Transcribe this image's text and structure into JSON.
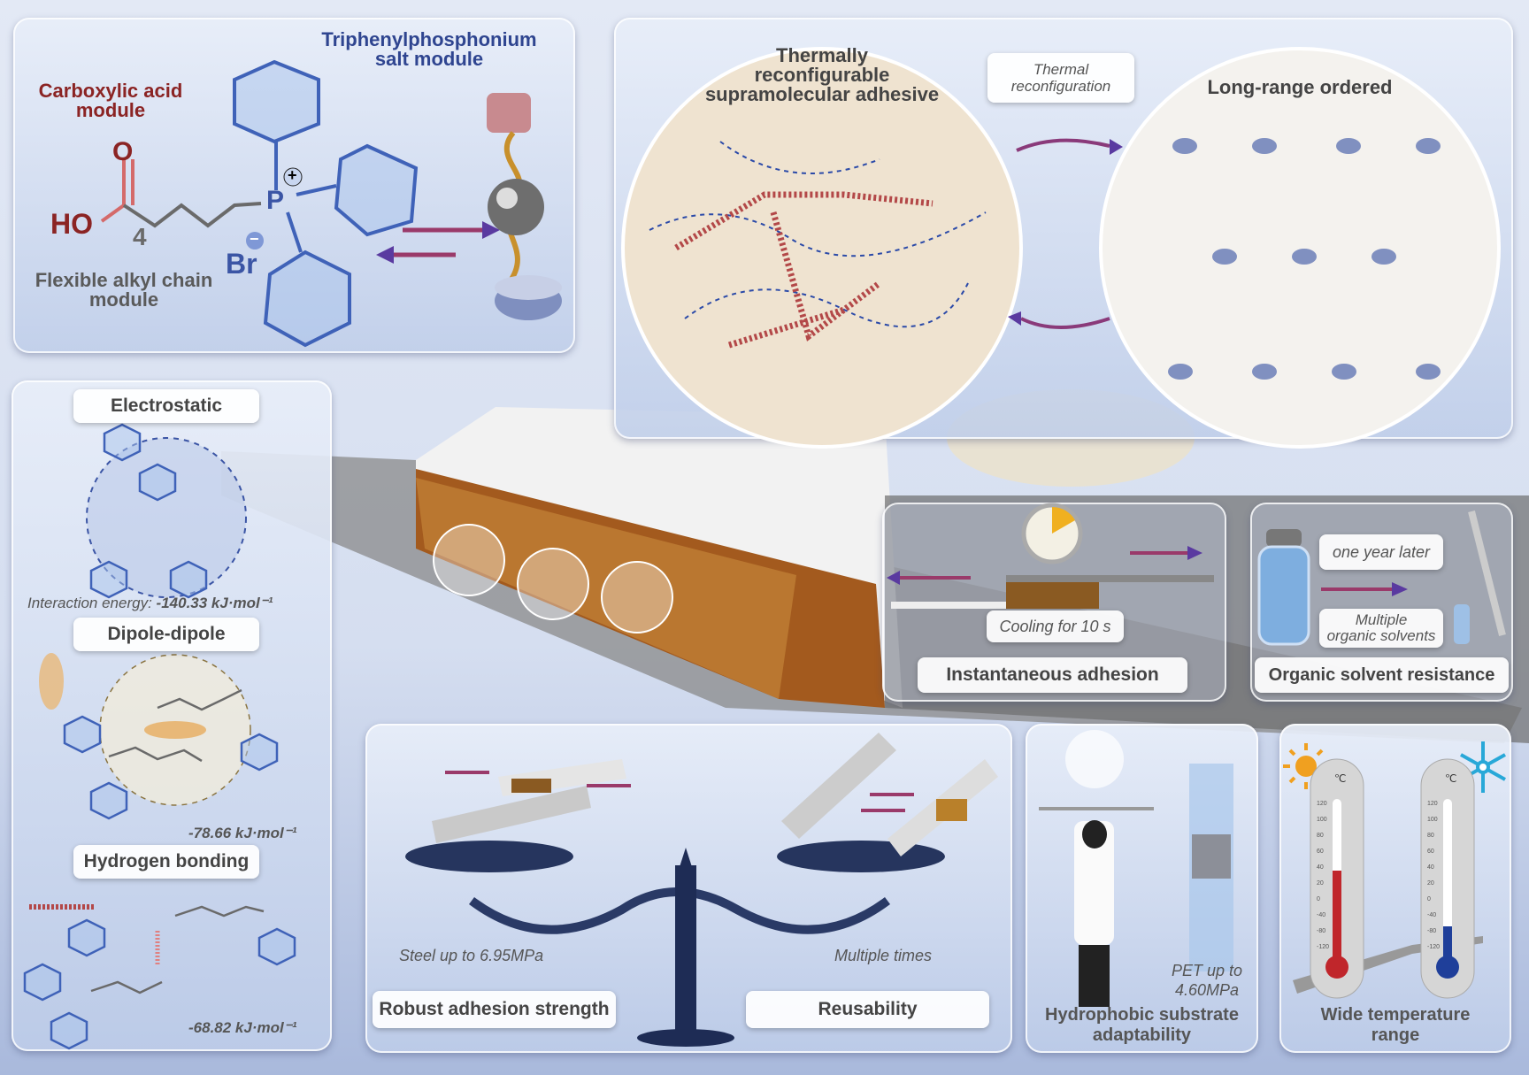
{
  "molecule_panel": {
    "tpp_label_1": "Triphenylphosphonium",
    "tpp_label_2": "salt module",
    "acid_label_1": "Carboxylic acid",
    "acid_label_2": "module",
    "chain_label_1": "Flexible alkyl chain",
    "chain_label_2": "module",
    "atom_O": "O",
    "atom_HO": "HO",
    "atom_P": "P",
    "atom_Br": "Br",
    "repeat": "4",
    "plus": "+",
    "minus": "−"
  },
  "network_panel": {
    "title_1": "Thermally",
    "title_2": "reconfigurable",
    "title_3": "supramolecular adhesive",
    "arrow_label_1": "Thermal",
    "arrow_label_2": "reconfiguration",
    "ordered_title": "Long-range ordered"
  },
  "interactions": {
    "electrostatic": {
      "label": "Electrostatic",
      "energy_prefix": "Interaction energy:",
      "energy": "-140.33 kJ·mol⁻¹"
    },
    "dipole": {
      "label": "Dipole-dipole",
      "energy": "-78.66 kJ·mol⁻¹"
    },
    "hbond": {
      "label": "Hydrogen bonding",
      "energy": "-68.82 kJ·mol⁻¹"
    }
  },
  "instant": {
    "note": "Cooling for 10 s",
    "title": "Instantaneous adhesion"
  },
  "solvent": {
    "note_1": "one year later",
    "note_2a": "Multiple",
    "note_2b": "organic solvents",
    "title": "Organic solvent resistance"
  },
  "strength": {
    "note": "Steel up to 6.95MPa",
    "title": "Robust adhesion strength"
  },
  "reuse": {
    "note": "Multiple times",
    "title": "Reusability"
  },
  "hydrophobic": {
    "note_1": "PET up to",
    "note_2": "4.60MPa",
    "title_1": "Hydrophobic substrate",
    "title_2": "adaptability"
  },
  "temperature": {
    "unit": "℃",
    "ticks": [
      "120",
      "100",
      "80",
      "60",
      "40",
      "20",
      "0",
      "-40",
      "-80",
      "-120"
    ],
    "hot_level": 0.55,
    "cold_level": 0.2,
    "title_1": "Wide temperature",
    "title_2": "range"
  },
  "colors": {
    "acid": "#8b2424",
    "tpp": "#3b55a5",
    "chain": "#5a5a5a",
    "hot": "#c0262b",
    "cold": "#1f3f9a"
  }
}
